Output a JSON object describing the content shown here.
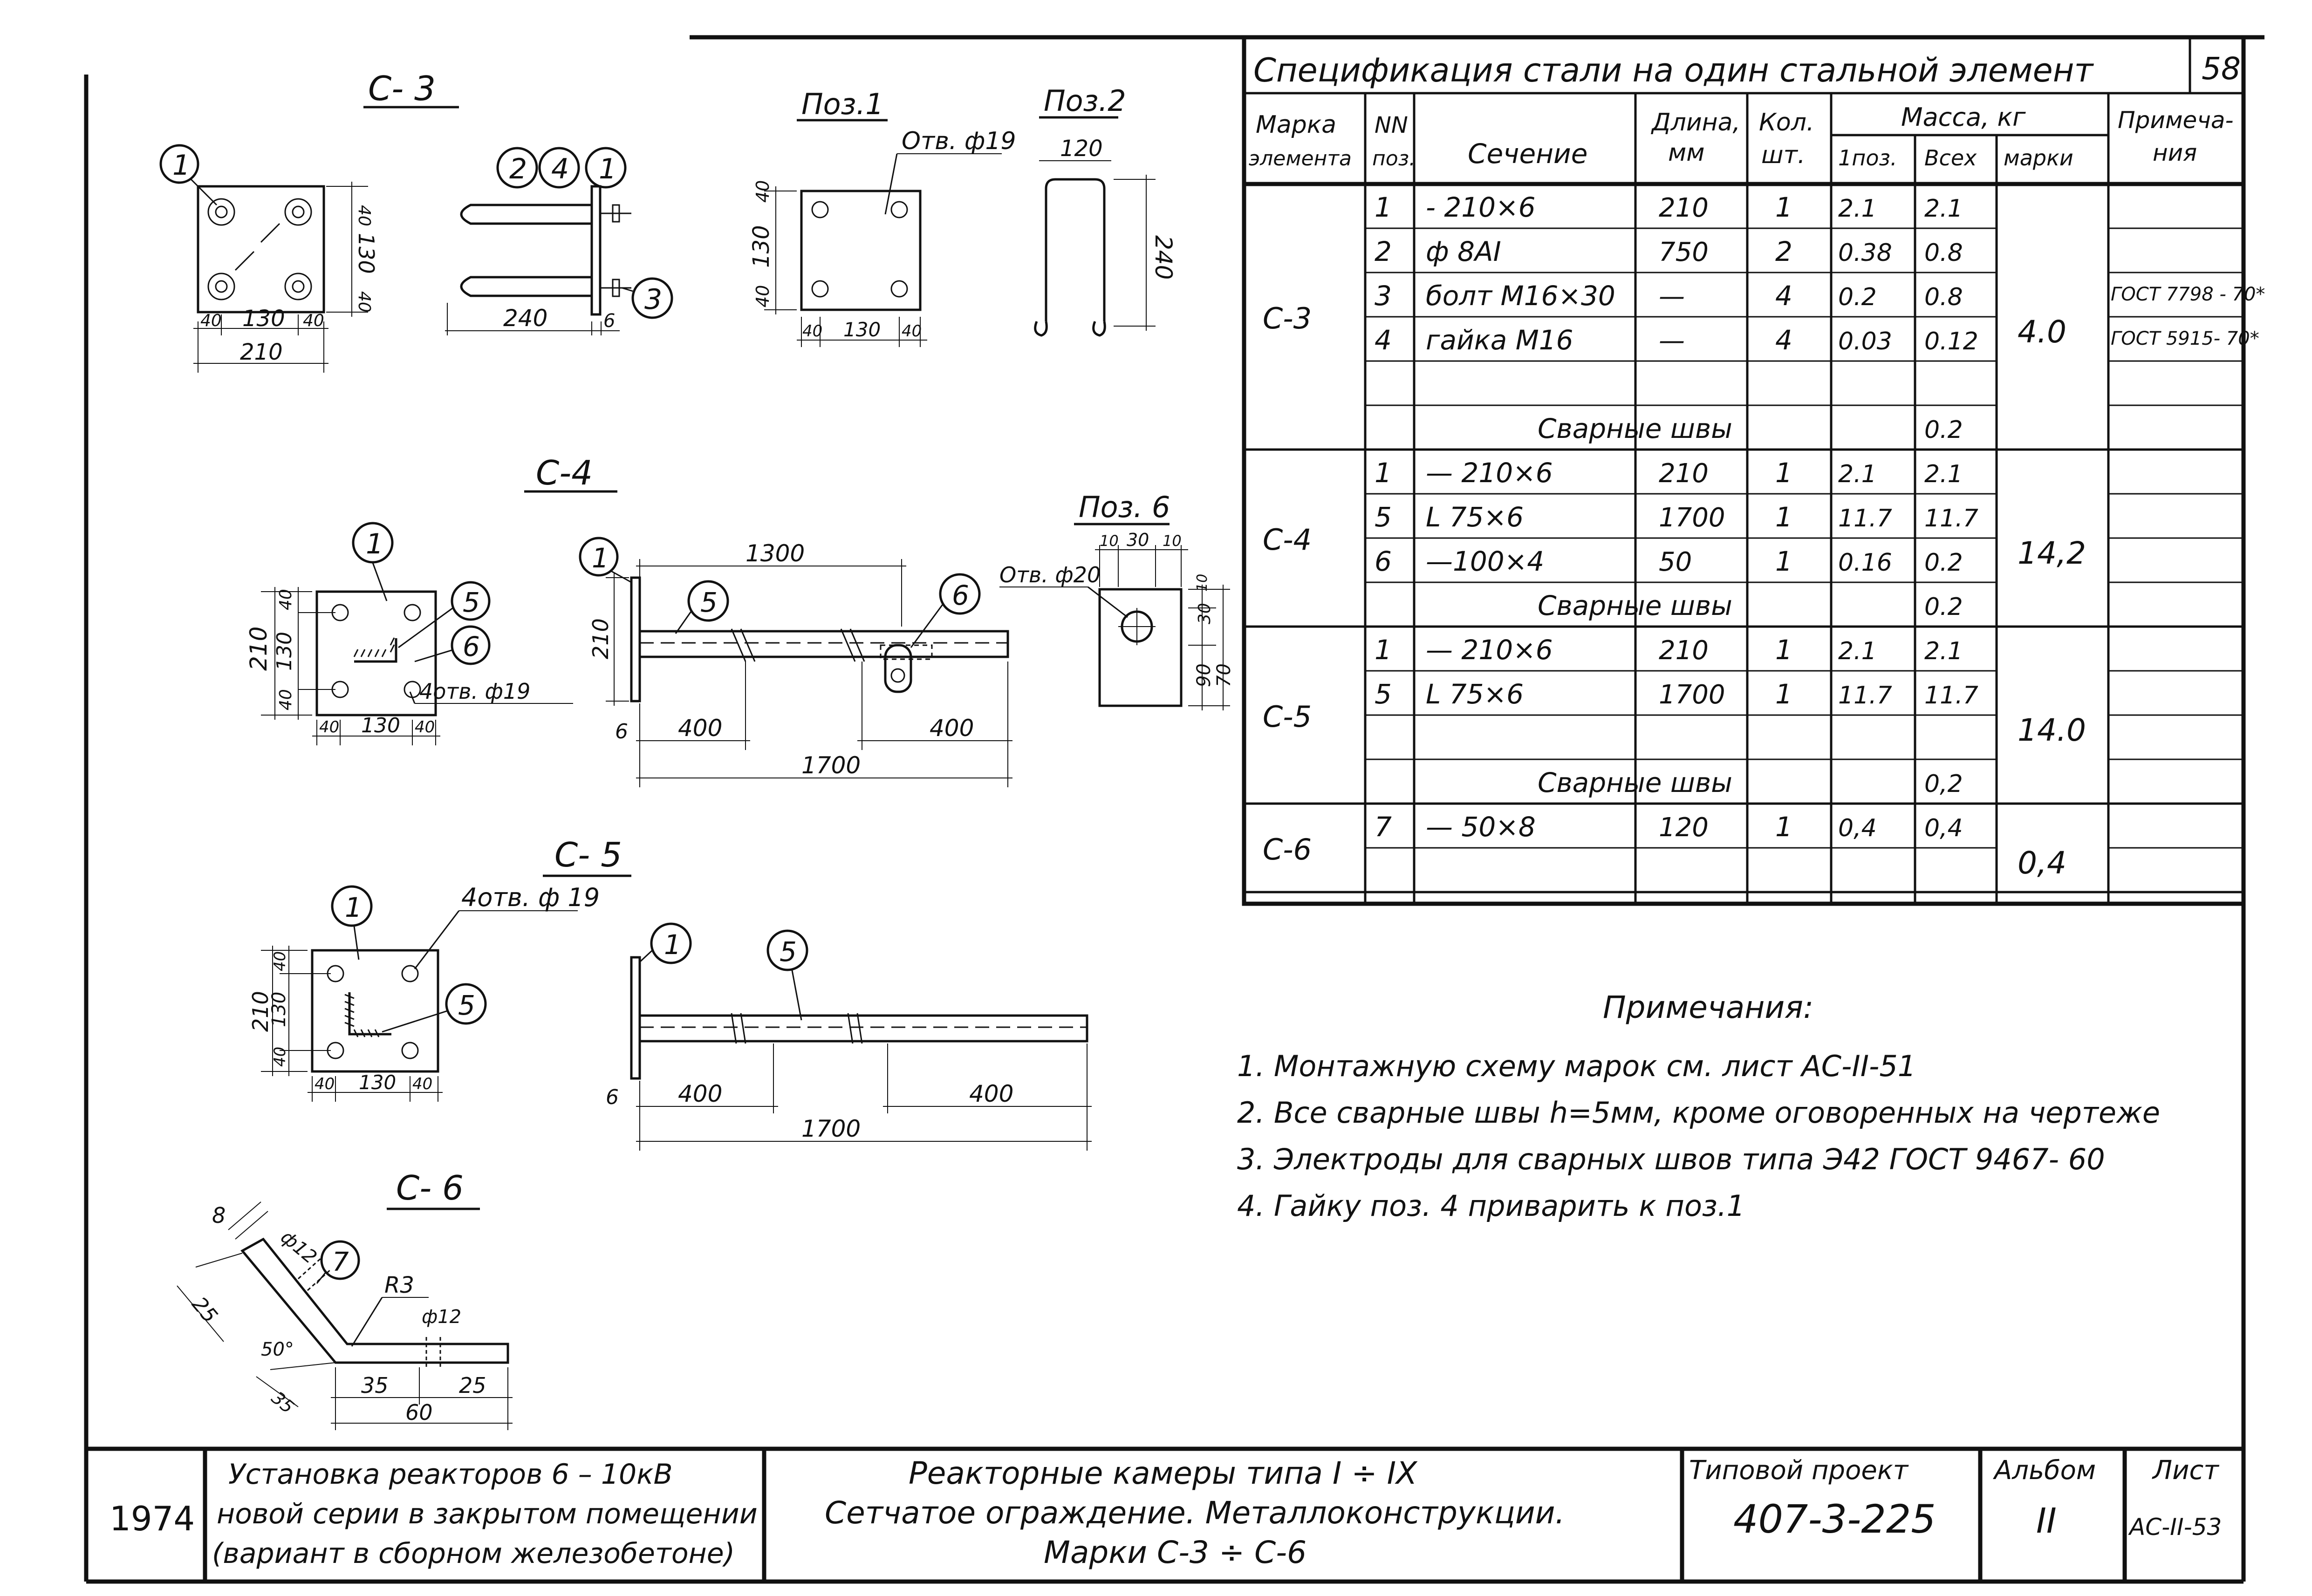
{
  "spec": {
    "title": "Спецификация стали на один стальной элемент",
    "page_no": "58",
    "headers": {
      "mark": [
        "Марка",
        "элемента"
      ],
      "pos": [
        "NN",
        "поз."
      ],
      "section": "Сечение",
      "length": [
        "Длина,",
        "мм"
      ],
      "qty": [
        "Кол.",
        "шт."
      ],
      "mass": "Масса, кг",
      "mass_one": "1поз.",
      "mass_all": "Всех",
      "mass_mark": "марки",
      "note": [
        "Примеча-",
        "ния"
      ]
    },
    "groups": [
      {
        "mark": "С-3",
        "mass_mark": "4.0",
        "rows": [
          {
            "pos": "1",
            "section": "- 210×6",
            "length": "210",
            "qty": "1",
            "m1": "2.1",
            "mall": "2.1",
            "note": ""
          },
          {
            "pos": "2",
            "section": "ф 8АI",
            "length": "750",
            "qty": "2",
            "m1": "0.38",
            "mall": "0.8",
            "note": ""
          },
          {
            "pos": "3",
            "section": "болт М16×30",
            "length": "—",
            "qty": "4",
            "m1": "0.2",
            "mall": "0.8",
            "note": "ГОСТ 7798 - 70*"
          },
          {
            "pos": "4",
            "section": "гайка М16",
            "length": "—",
            "qty": "4",
            "m1": "0.03",
            "mall": "0.12",
            "note": "ГОСТ 5915- 70*"
          }
        ],
        "welds": "Сварные швы",
        "welds_mass": "0.2"
      },
      {
        "mark": "С-4",
        "mass_mark": "14,2",
        "rows": [
          {
            "pos": "1",
            "section": "— 210×6",
            "length": "210",
            "qty": "1",
            "m1": "2.1",
            "mall": "2.1",
            "note": ""
          },
          {
            "pos": "5",
            "section": "L 75×6",
            "length": "1700",
            "qty": "1",
            "m1": "11.7",
            "mall": "11.7",
            "note": ""
          },
          {
            "pos": "6",
            "section": "—100×4",
            "length": "50",
            "qty": "1",
            "m1": "0.16",
            "mall": "0.2",
            "note": ""
          }
        ],
        "welds": "Сварные швы",
        "welds_mass": "0.2"
      },
      {
        "mark": "С-5",
        "mass_mark": "14.0",
        "rows": [
          {
            "pos": "1",
            "section": "— 210×6",
            "length": "210",
            "qty": "1",
            "m1": "2.1",
            "mall": "2.1",
            "note": ""
          },
          {
            "pos": "5",
            "section": "L 75×6",
            "length": "1700",
            "qty": "1",
            "m1": "11.7",
            "mall": "11.7",
            "note": ""
          }
        ],
        "welds": "Сварные швы",
        "welds_mass": "0,2"
      },
      {
        "mark": "С-6",
        "mass_mark": "0,4",
        "rows": [
          {
            "pos": "7",
            "section": "— 50×8",
            "length": "120",
            "qty": "1",
            "m1": "0,4",
            "mall": "0,4",
            "note": ""
          }
        ]
      }
    ]
  },
  "drawings": {
    "c3": {
      "title": "С- 3",
      "dims": {
        "w": "210",
        "a": "40",
        "b": "130",
        "len": "240",
        "t": "6"
      },
      "bubbles": [
        "1",
        "2",
        "4",
        "1",
        "3"
      ]
    },
    "poz1": {
      "title": "Поз.1",
      "hole": "Отв. ф19",
      "dims": [
        "40",
        "130",
        "40",
        "40",
        "130",
        "40"
      ]
    },
    "poz2": {
      "title": "Поз.2",
      "dims": {
        "w": "120",
        "h": "240"
      }
    },
    "c4": {
      "title": "С-4",
      "dims": {
        "h": "210",
        "a": "40",
        "b": "130",
        "len": "1300",
        "l1": "400",
        "l2": "400",
        "total": "1700",
        "t": "6"
      },
      "holes": "4отв. ф19",
      "bubbles": [
        "1",
        "5",
        "6",
        "1",
        "5",
        "6"
      ]
    },
    "poz6": {
      "title": "Поз. 6",
      "hole": "Отв. ф20",
      "dims": [
        "10",
        "30",
        "10",
        "10",
        "30",
        "90",
        "70"
      ]
    },
    "c5": {
      "title": "С- 5",
      "holes": "4отв. ф 19",
      "dims": {
        "h": "210",
        "a": "40",
        "b": "130",
        "l1": "400",
        "l2": "400",
        "total": "1700",
        "t": "6"
      },
      "bubbles": [
        "1",
        "5",
        "1",
        "5"
      ]
    },
    "c6": {
      "title": "С- 6",
      "dims": {
        "t": "8",
        "d1": "ф12",
        "d2": "ф12",
        "r": "R3",
        "l": "25",
        "ang": "50°",
        "b": "35",
        "c": "35",
        "e": "25",
        "total": "60"
      },
      "bubble": "7"
    }
  },
  "notes": {
    "title": "Примечания:",
    "items": [
      "1. Монтажную схему марок см. лист АС-II-51",
      "2. Все сварные швы h=5мм, кроме оговоренных на чертеже",
      "3. Электроды для сварных швов типа Э42 ГОСТ 9467- 60",
      "4. Гайку поз. 4 приварить к поз.1"
    ]
  },
  "stamp": {
    "year": "1974",
    "desc": [
      "Установка реакторов 6 – 10кВ",
      "новой серии в закрытом помещении",
      "(вариант в сборном железобетоне)"
    ],
    "title": [
      "Реакторные камеры типа I ÷ IX",
      "Сетчатое ограждение. Металлоконструкции.",
      "Марки С-3 ÷ С-6"
    ],
    "project_label": "Типовой проект",
    "project": "407-3-225",
    "album_label": "Альбом",
    "album": "II",
    "sheet_label": "Лист",
    "sheet": "АС-II-53"
  }
}
